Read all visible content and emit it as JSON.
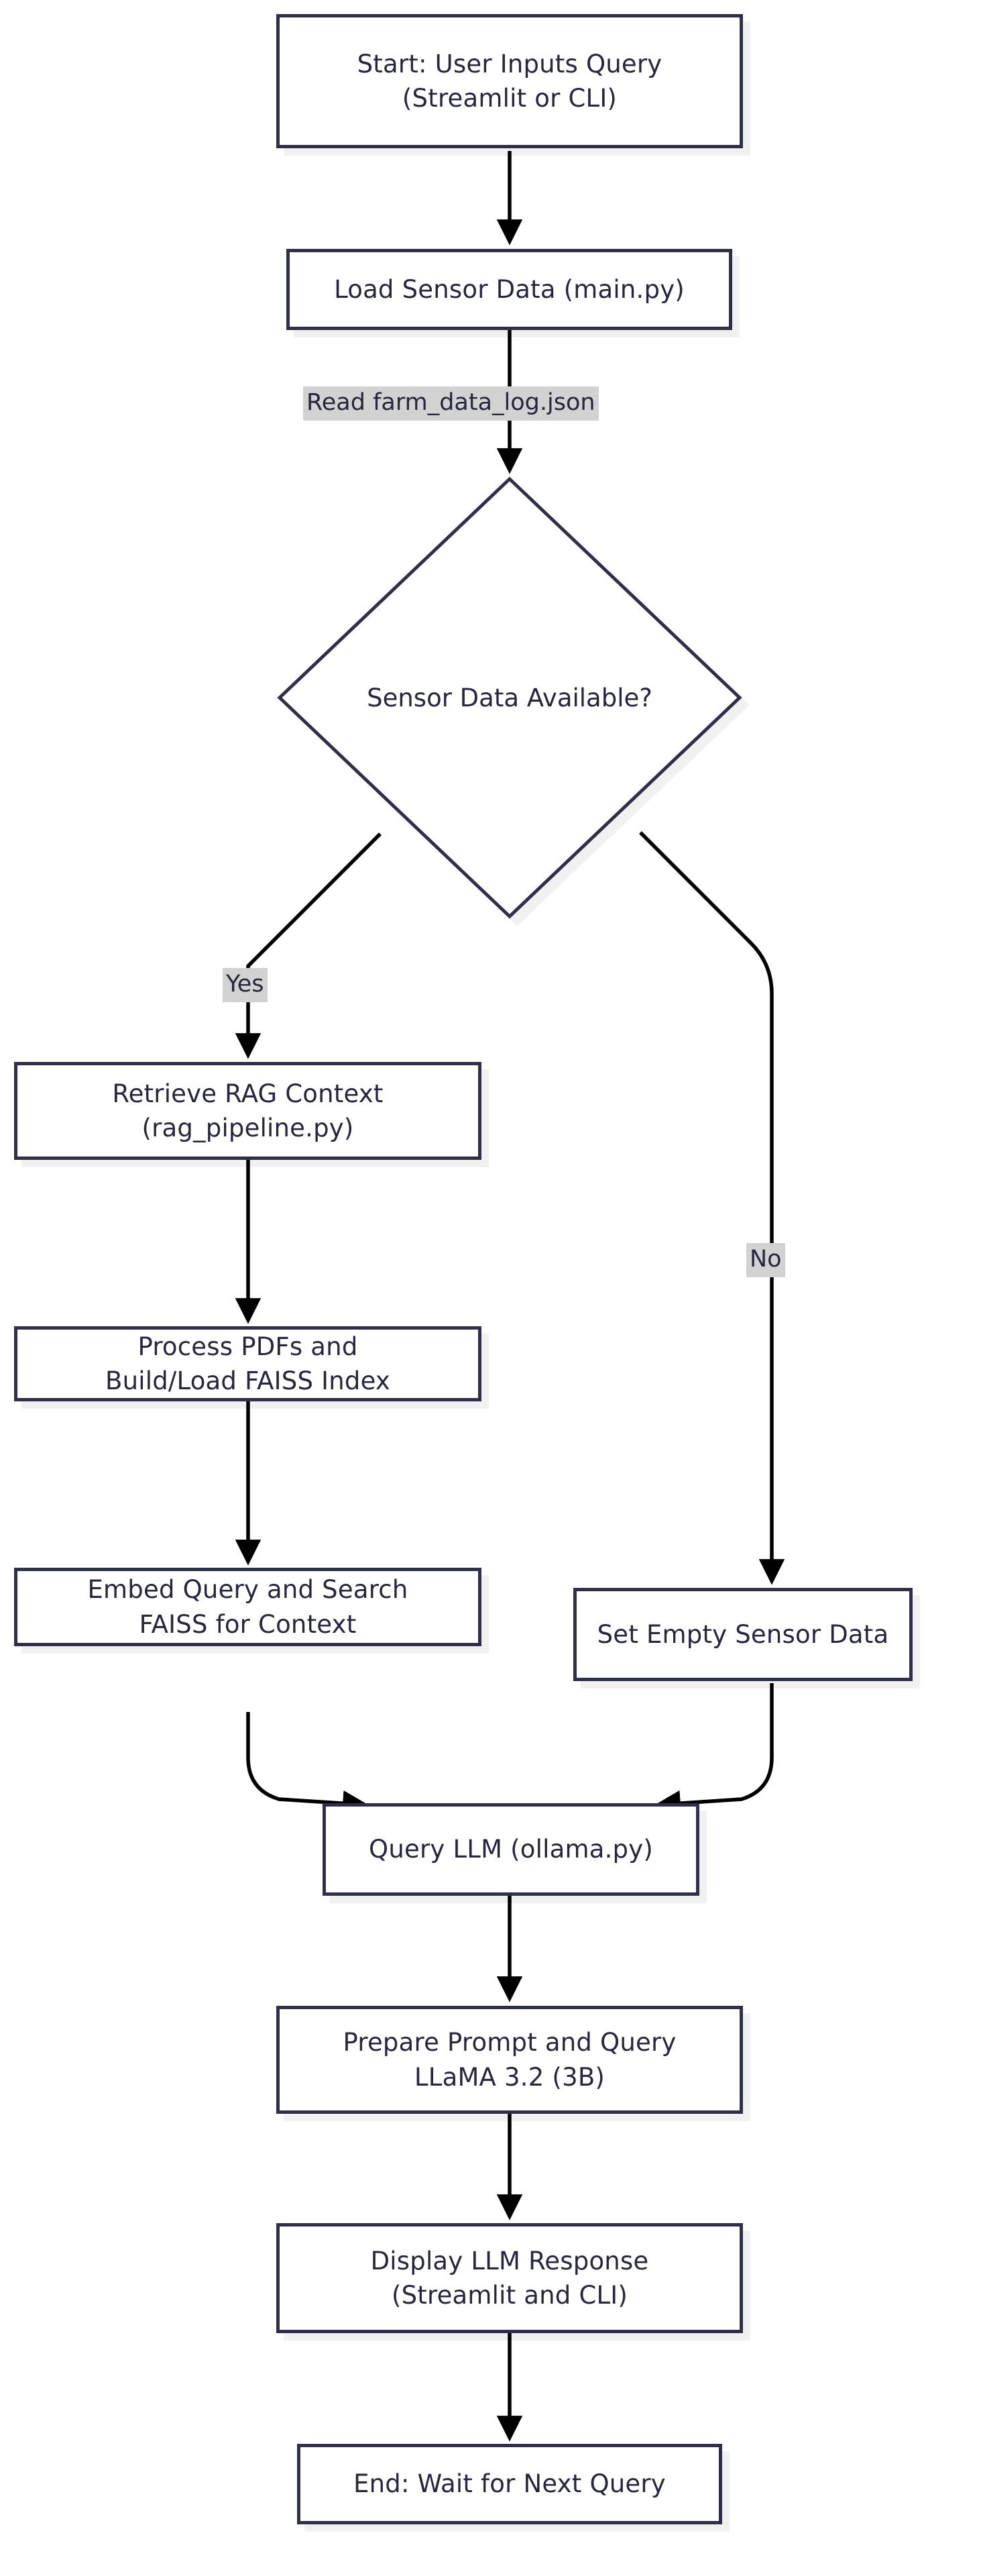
{
  "diagram": {
    "type": "flowchart",
    "orientation": "top-to-bottom",
    "theme": {
      "node_border_color": "#2f2f4a",
      "node_fill_color": "#ffffff",
      "text_color": "#26263d",
      "edge_color": "#000000",
      "edge_label_background": "#d2d2d2",
      "node_shadow_color": "#ececec",
      "canvas_background": "#ffffff"
    },
    "nodes": [
      {
        "id": "start",
        "shape": "rectangle",
        "label": "Start: User Inputs Query\n(Streamlit or CLI)"
      },
      {
        "id": "load_sensor",
        "shape": "rectangle",
        "label": "Load Sensor Data (main.py)"
      },
      {
        "id": "decision",
        "shape": "diamond",
        "label": "Sensor Data Available?"
      },
      {
        "id": "retrieve_rag",
        "shape": "rectangle",
        "label": "Retrieve RAG Context\n(rag_pipeline.py)"
      },
      {
        "id": "process_pdfs",
        "shape": "rectangle",
        "label": "Process PDFs and\nBuild/Load FAISS Index"
      },
      {
        "id": "embed_query",
        "shape": "rectangle",
        "label": "Embed Query and Search\nFAISS for Context"
      },
      {
        "id": "set_empty",
        "shape": "rectangle",
        "label": "Set Empty Sensor Data"
      },
      {
        "id": "query_llm",
        "shape": "rectangle",
        "label": "Query LLM (ollama.py)"
      },
      {
        "id": "prepare_prompt",
        "shape": "rectangle",
        "label": "Prepare Prompt and Query\nLLaMA 3.2 (3B)"
      },
      {
        "id": "display_response",
        "shape": "rectangle",
        "label": "Display LLM Response\n(Streamlit and CLI)"
      },
      {
        "id": "end",
        "shape": "rectangle",
        "label": "End: Wait for Next Query"
      }
    ],
    "edges": [
      {
        "from": "start",
        "to": "load_sensor",
        "label": ""
      },
      {
        "from": "load_sensor",
        "to": "decision",
        "label": "Read farm_data_log.json"
      },
      {
        "from": "decision",
        "to": "retrieve_rag",
        "label": "Yes"
      },
      {
        "from": "decision",
        "to": "set_empty",
        "label": "No"
      },
      {
        "from": "retrieve_rag",
        "to": "process_pdfs",
        "label": ""
      },
      {
        "from": "process_pdfs",
        "to": "embed_query",
        "label": ""
      },
      {
        "from": "embed_query",
        "to": "query_llm",
        "label": ""
      },
      {
        "from": "set_empty",
        "to": "query_llm",
        "label": ""
      },
      {
        "from": "query_llm",
        "to": "prepare_prompt",
        "label": ""
      },
      {
        "from": "prepare_prompt",
        "to": "display_response",
        "label": ""
      },
      {
        "from": "display_response",
        "to": "end",
        "label": ""
      }
    ],
    "edge_labels": {
      "read_json": "Read farm_data_log.json",
      "yes": "Yes",
      "no": "No"
    }
  }
}
